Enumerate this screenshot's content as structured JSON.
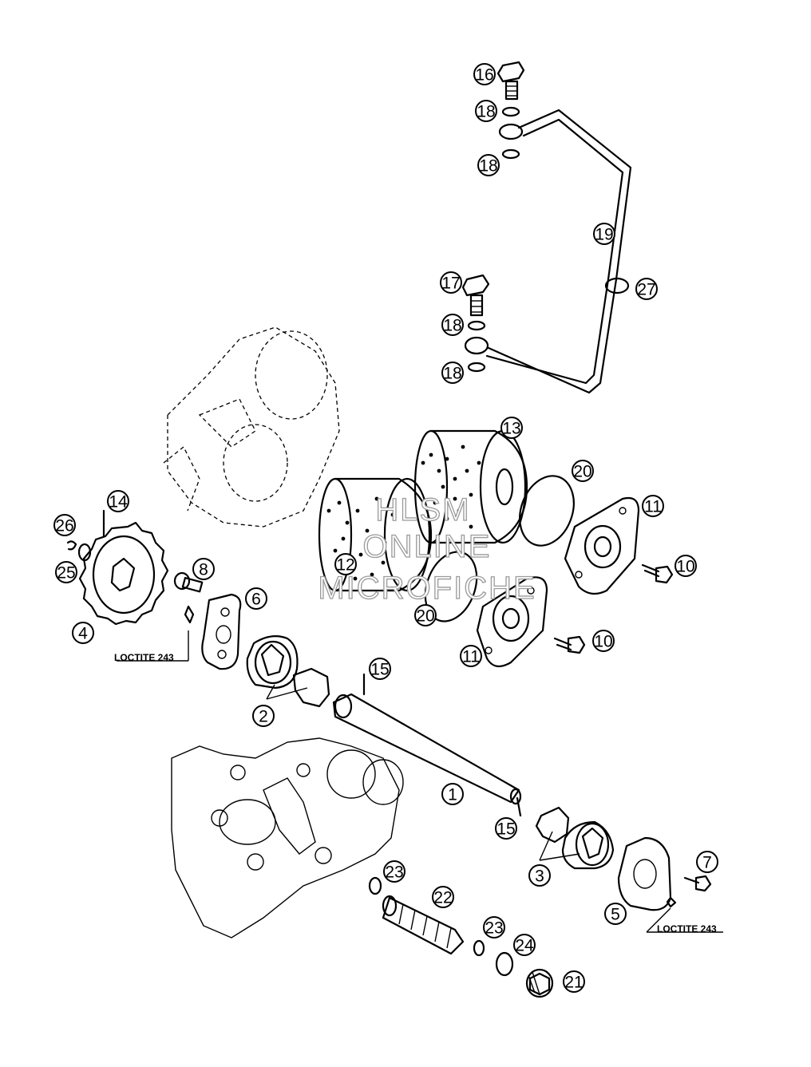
{
  "callouts": [
    {
      "label": "1"
    },
    {
      "label": "2"
    },
    {
      "label": "3"
    },
    {
      "label": "4"
    },
    {
      "label": "5"
    },
    {
      "label": "6"
    },
    {
      "label": "7"
    },
    {
      "label": "8"
    },
    {
      "label": "10"
    },
    {
      "label": "10"
    },
    {
      "label": "11"
    },
    {
      "label": "11"
    },
    {
      "label": "12"
    },
    {
      "label": "13"
    },
    {
      "label": "14"
    },
    {
      "label": "15"
    },
    {
      "label": "15"
    },
    {
      "label": "16"
    },
    {
      "label": "17"
    },
    {
      "label": "18"
    },
    {
      "label": "18"
    },
    {
      "label": "18"
    },
    {
      "label": "18"
    },
    {
      "label": "19"
    },
    {
      "label": "20"
    },
    {
      "label": "20"
    },
    {
      "label": "21"
    },
    {
      "label": "22"
    },
    {
      "label": "23"
    },
    {
      "label": "23"
    },
    {
      "label": "24"
    },
    {
      "label": "25"
    },
    {
      "label": "26"
    },
    {
      "label": "27"
    }
  ],
  "annotations": {
    "loctite_left": "LOCTITE 243",
    "loctite_right": "LOCTITE 243"
  },
  "watermark": {
    "line1": "HLSM",
    "line2": "ONLINE",
    "line3": "MICROFICHE"
  }
}
